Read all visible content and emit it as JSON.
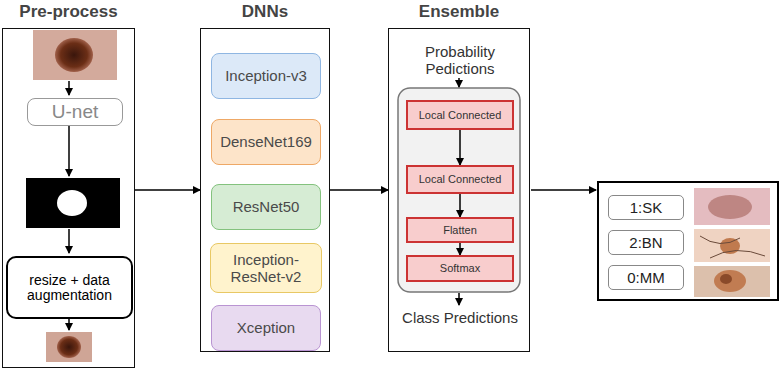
{
  "diagram": {
    "nodes": [
      {
        "text": [
          "Pre-process"
        ]
      },
      {
        "text": [
          "U-net"
        ],
        "in": 0
      },
      {
        "text": [
          "resize + data augmentation"
        ],
        "in": 0
      },
      {
        "text": [
          "DNNs"
        ]
      },
      {
        "text": [
          "Inception-v3"
        ],
        "in": 3
      },
      {
        "text": [
          "DenseNet169"
        ],
        "in": 3
      },
      {
        "text": [
          "ResNet50"
        ],
        "in": 3
      },
      {
        "text": [
          "Inception-ResNet-v2"
        ],
        "in": 3
      },
      {
        "text": [
          "Xception"
        ],
        "in": 3
      },
      {
        "text": [
          "Ensemble",
          "Probability Pedictions",
          "Class Predictions"
        ]
      },
      {
        "text": [
          "Local Connected"
        ],
        "in": 9
      },
      {
        "text": [
          "Local Connected"
        ],
        "in": 9
      },
      {
        "text": [
          "Flatten"
        ],
        "in": 9
      },
      {
        "text": [
          "Softmax"
        ],
        "in": 9
      },
      {
        "text": [
          "1:SK"
        ]
      },
      {
        "text": [
          "2:BN"
        ]
      },
      {
        "text": [
          "0:MM"
        ]
      }
    ],
    "edges": [
      {
        "from": 0,
        "to": 3,
        "arrow": "to"
      },
      {
        "from": 3,
        "to": 9,
        "arrow": "to"
      },
      {
        "from": 10,
        "to": 11,
        "arrow": "to"
      },
      {
        "from": 11,
        "to": 12,
        "arrow": "to"
      },
      {
        "from": 12,
        "to": 13,
        "arrow": "to"
      }
    ]
  }
}
